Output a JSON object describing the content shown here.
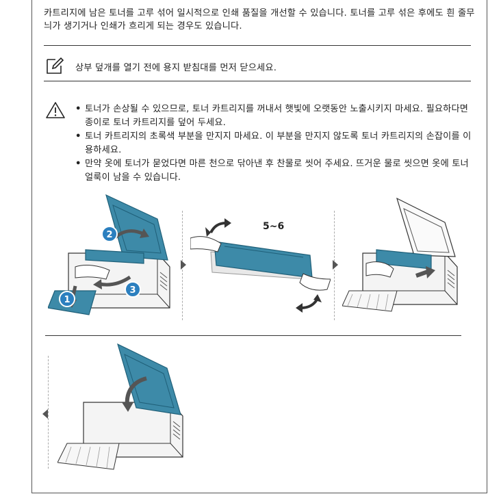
{
  "intro_text": "카트리지에 남은 토너를 고루 섞어 일시적으로 인쇄 품질을 개선할 수 있습니다. 토너를 고루 섞은 후에도 흰 줄무늬가 생기거나 인쇄가 흐리게 되는 경우도 있습니다.",
  "note": {
    "icon": "note-pencil-icon",
    "text": "상부 덮개를 열기 전에 용지 받침대를 먼저 닫으세요."
  },
  "warning": {
    "icon": "caution-triangle-icon",
    "items": [
      "토너가 손상될 수 있으므로, 토너 카트리지를 꺼내서 햇빛에 오랫동안 노출시키지 마세요. 필요하다면 종이로 토너 카트리지를 덮어 두세요.",
      "토너 카트리지의 초록색 부분을 만지지 마세요. 이 부분을 만지지 않도록 토너 카트리지의 손잡이를 이용하세요.",
      "만약 옷에 토너가 묻었다면 마른 천으로 닦아낸 후 찬물로 씻어 주세요. 뜨거운 물로 씻으면 옷에 토너 얼룩이 남을 수 있습니다."
    ]
  },
  "steps": {
    "badges": [
      "1",
      "2",
      "3"
    ],
    "shake_count": "5~6"
  },
  "colors": {
    "teal": "#3d8aa8",
    "teal_dark": "#1f5f78",
    "badge": "#2b7fbf",
    "line": "#333333"
  }
}
